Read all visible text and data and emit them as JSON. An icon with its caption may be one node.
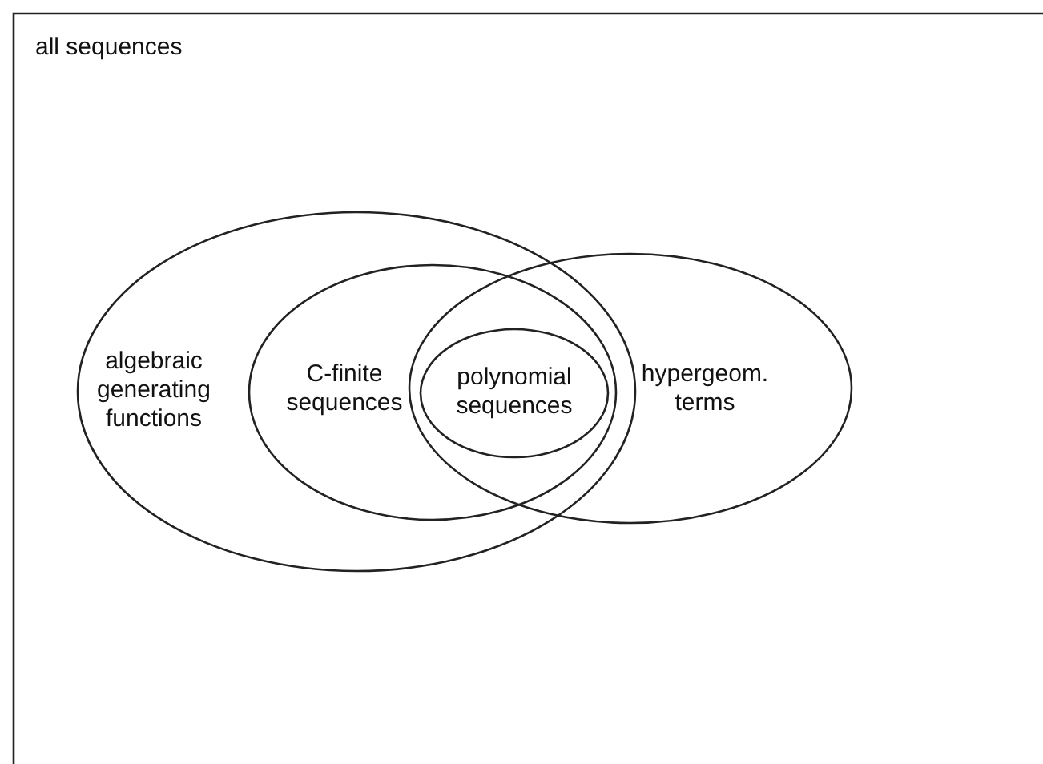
{
  "diagram": {
    "nodes": [
      {
        "text": [
          "all sequences"
        ]
      },
      {
        "text": [
          "algebraic generating functions"
        ],
        "in": 0
      },
      {
        "text": [
          "C-finite sequences"
        ],
        "in": 1
      },
      {
        "text": [
          "hypergeom. terms"
        ],
        "in": 0
      },
      {
        "text": [
          "polynomial sequences"
        ]
      }
    ]
  }
}
